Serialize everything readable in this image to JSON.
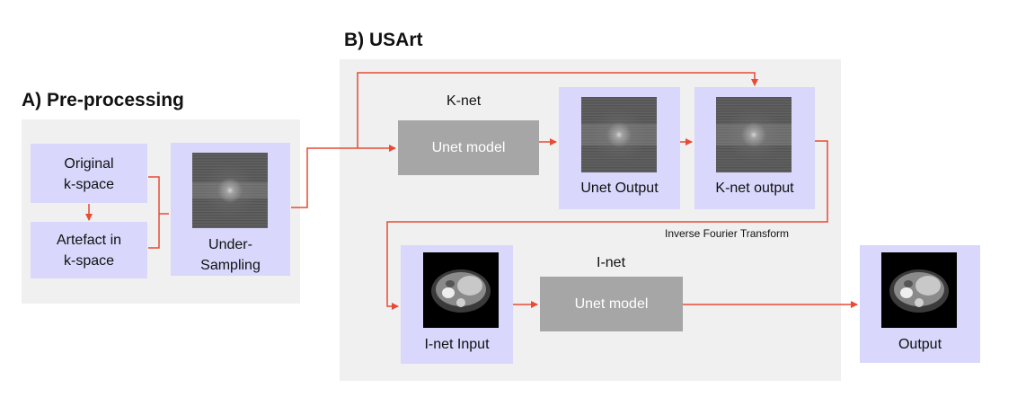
{
  "sections": {
    "preprocessing_title": "A) Pre-processing",
    "usart_title": "B) USArt"
  },
  "preprocessing": {
    "original_kspace": "Original\nk-space",
    "artefact_kspace": "Artefact in\nk-space",
    "undersampling": "Under-\nSampling"
  },
  "knet": {
    "label": "K-net",
    "model": "Unet model",
    "unet_output": "Unet Output",
    "knet_output": "K-net output"
  },
  "transform": {
    "label": "Inverse Fourier Transform"
  },
  "inet": {
    "label": "I-net",
    "model": "Unet model",
    "input": "I-net Input",
    "output": "Output"
  },
  "colors": {
    "arrow": "#e84a35",
    "panel": "#f0f0f0",
    "box": "#d9d7fb",
    "model": "#a6a6a6"
  }
}
